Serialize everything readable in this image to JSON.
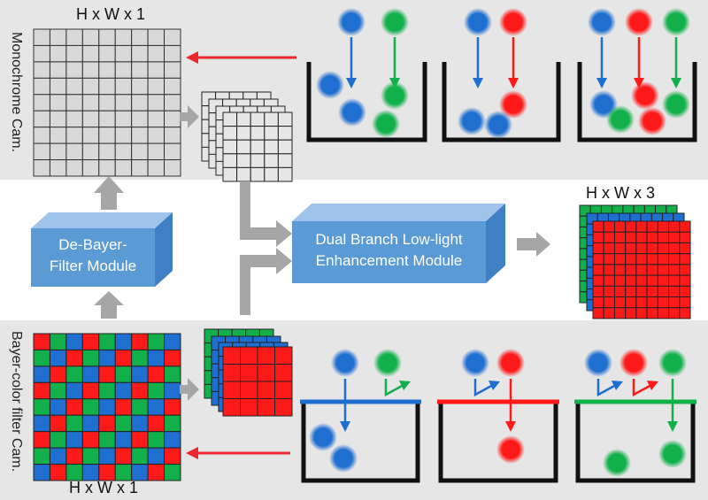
{
  "mono": {
    "side_label": "Monochrome Cam.",
    "dims_label": "H x W x 1"
  },
  "bayer": {
    "side_label": "Bayer-color filter Cam.",
    "dims_label": "H x W x 1"
  },
  "modules": {
    "debayer_line1": "De-Bayer-",
    "debayer_line2": "Filter Module",
    "dual_line1": "Dual Branch Low-light",
    "dual_line2": "Enhancement Module"
  },
  "output": {
    "dims_label": "H x W x 3"
  },
  "colors": {
    "red": "#ff1a1a",
    "green": "#12b04a",
    "blue": "#1f6fd0",
    "module_fill": "#5b9bd5",
    "panel_bg": "#e6e6e6",
    "arrow_red": "#e8282a",
    "arrow_gray": "#a6a6a6"
  }
}
